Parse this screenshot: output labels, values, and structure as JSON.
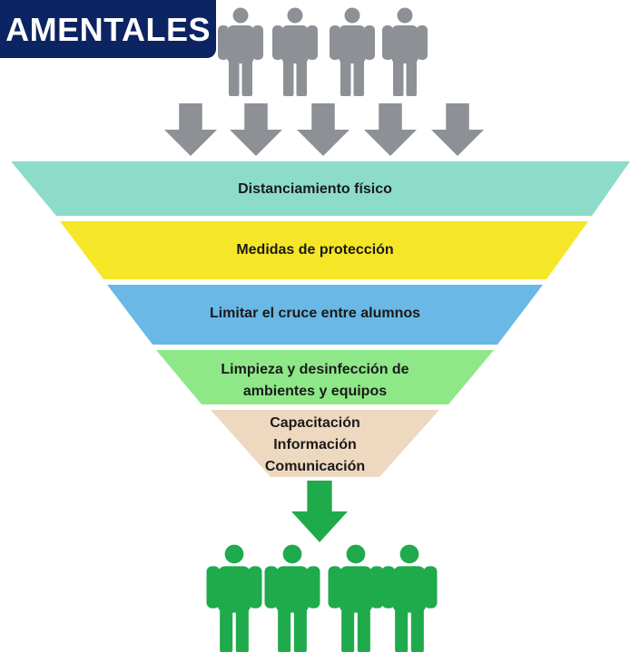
{
  "banner": {
    "title": "AMENTALES"
  },
  "icons": {
    "people_top": "person-icon",
    "arrows_down": "arrow-down-icon",
    "arrow_main": "arrow-down-icon",
    "people_bottom": "person-icon"
  },
  "colors": {
    "banner_bg": "#0c2461",
    "people_top": "#8d9196",
    "arrows_top": "#8d9196",
    "layer1": "#8ddcc9",
    "layer2": "#f5e628",
    "layer3": "#69b8e5",
    "layer4": "#8ee888",
    "layer5": "#eed8bf",
    "green": "#1faa4c"
  },
  "funnel": {
    "layers": [
      {
        "lines": [
          "Distanciamiento físico"
        ]
      },
      {
        "lines": [
          "Medidas de protección"
        ]
      },
      {
        "lines": [
          "Limitar el cruce entre alumnos"
        ]
      },
      {
        "lines": [
          "Limpieza y desinfección de",
          "ambientes y equipos"
        ]
      },
      {
        "lines": [
          "Capacitación",
          "Información",
          "Comunicación"
        ]
      }
    ]
  }
}
